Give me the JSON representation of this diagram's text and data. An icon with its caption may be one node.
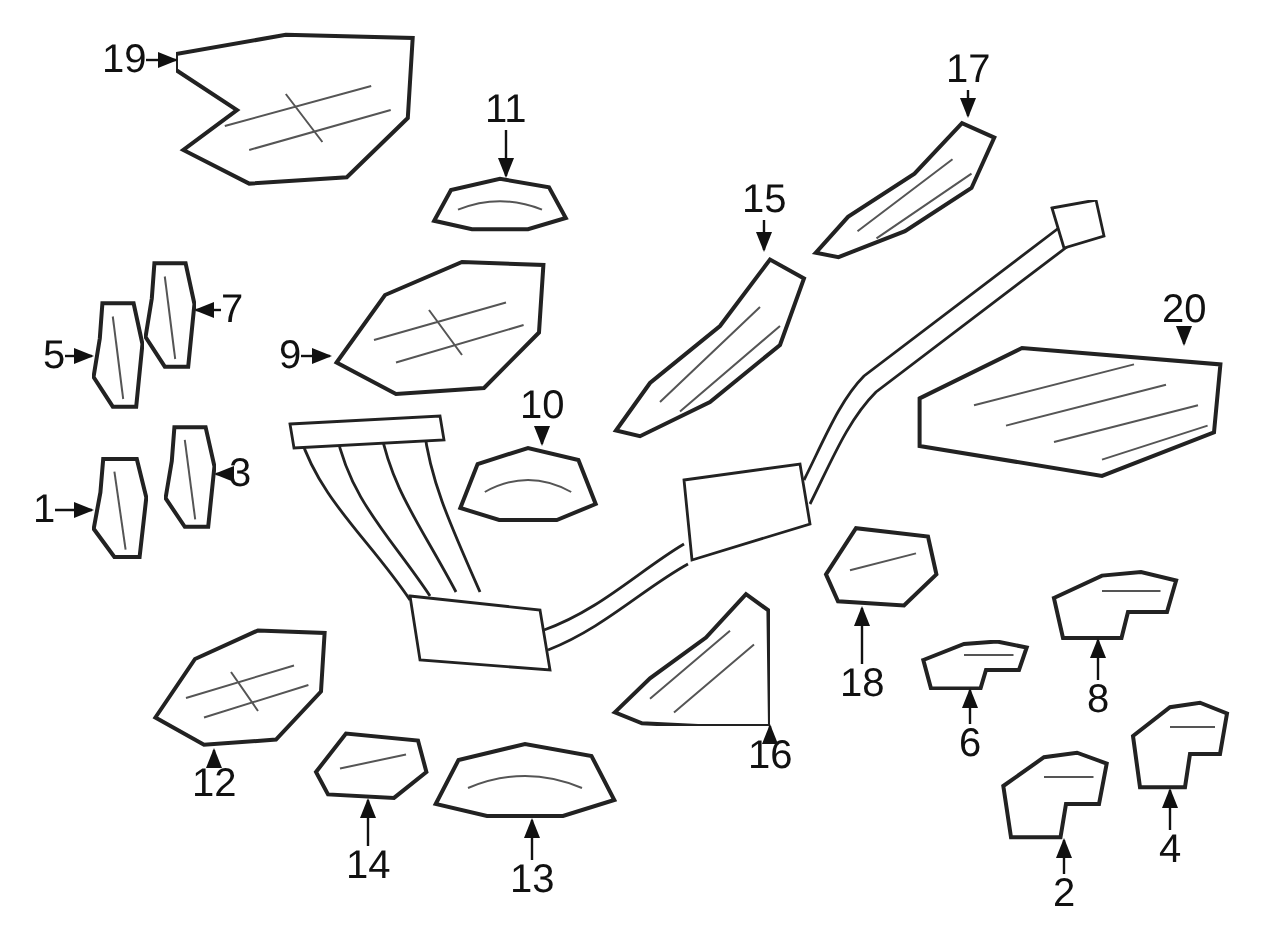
{
  "diagram": {
    "nodes": [
      {
        "text": [
          "19"
        ]
      },
      {
        "text": [],
        "shape": "picture"
      },
      {
        "text": [
          "17"
        ]
      },
      {
        "text": [],
        "shape": "picture"
      },
      {
        "text": [
          "11"
        ]
      },
      {
        "text": [],
        "shape": "picture"
      },
      {
        "text": [
          "15"
        ]
      },
      {
        "text": [],
        "shape": "picture"
      },
      {
        "text": [
          "7"
        ]
      },
      {
        "text": [],
        "shape": "picture"
      },
      {
        "text": [
          "20"
        ]
      },
      {
        "text": [],
        "shape": "picture"
      },
      {
        "text": [
          "5"
        ]
      },
      {
        "text": [],
        "shape": "picture"
      },
      {
        "text": [
          "9"
        ]
      },
      {
        "text": [],
        "shape": "picture"
      },
      {
        "text": [
          "10"
        ]
      },
      {
        "text": [],
        "shape": "picture"
      },
      {
        "text": [
          "3"
        ]
      },
      {
        "text": [],
        "shape": "picture"
      },
      {
        "text": [
          "1"
        ]
      },
      {
        "text": [],
        "shape": "picture"
      },
      {
        "text": [
          "18"
        ]
      },
      {
        "text": [],
        "shape": "picture"
      },
      {
        "text": [
          "8"
        ]
      },
      {
        "text": [],
        "shape": "picture"
      },
      {
        "text": [
          "6"
        ]
      },
      {
        "text": [],
        "shape": "picture"
      },
      {
        "text": [
          "16"
        ]
      },
      {
        "text": [],
        "shape": "picture"
      },
      {
        "text": [
          "12"
        ]
      },
      {
        "text": [],
        "shape": "picture"
      },
      {
        "text": [
          "4"
        ]
      },
      {
        "text": [],
        "shape": "picture"
      },
      {
        "text": [
          "14"
        ]
      },
      {
        "text": [],
        "shape": "picture"
      },
      {
        "text": [
          "13"
        ]
      },
      {
        "text": [],
        "shape": "picture"
      },
      {
        "text": [
          "2"
        ]
      },
      {
        "text": [],
        "shape": "picture"
      }
    ],
    "edges": [
      {
        "from": 0,
        "to": 1,
        "arrow": "to"
      },
      {
        "from": 2,
        "to": 3,
        "arrow": "to"
      },
      {
        "from": 4,
        "to": 5,
        "arrow": "to"
      },
      {
        "from": 6,
        "to": 7,
        "arrow": "to"
      },
      {
        "from": 8,
        "to": 9,
        "arrow": "to"
      },
      {
        "from": 10,
        "to": 11,
        "arrow": "to"
      },
      {
        "from": 12,
        "to": 13,
        "arrow": "to"
      },
      {
        "from": 14,
        "to": 15,
        "arrow": "to"
      },
      {
        "from": 16,
        "to": 17,
        "arrow": "to"
      },
      {
        "from": 18,
        "to": 19,
        "arrow": "to"
      },
      {
        "from": 20,
        "to": 21,
        "arrow": "to"
      },
      {
        "from": 22,
        "to": 23,
        "arrow": "to"
      },
      {
        "from": 24,
        "to": 25,
        "arrow": "to"
      },
      {
        "from": 26,
        "to": 27,
        "arrow": "to"
      },
      {
        "from": 28,
        "to": 29,
        "arrow": "to"
      },
      {
        "from": 30,
        "to": 31,
        "arrow": "to"
      },
      {
        "from": 32,
        "to": 33,
        "arrow": "to"
      },
      {
        "from": 34,
        "to": 35,
        "arrow": "to"
      },
      {
        "from": 36,
        "to": 37,
        "arrow": "to"
      },
      {
        "from": 38,
        "to": 39,
        "arrow": "to"
      }
    ]
  }
}
